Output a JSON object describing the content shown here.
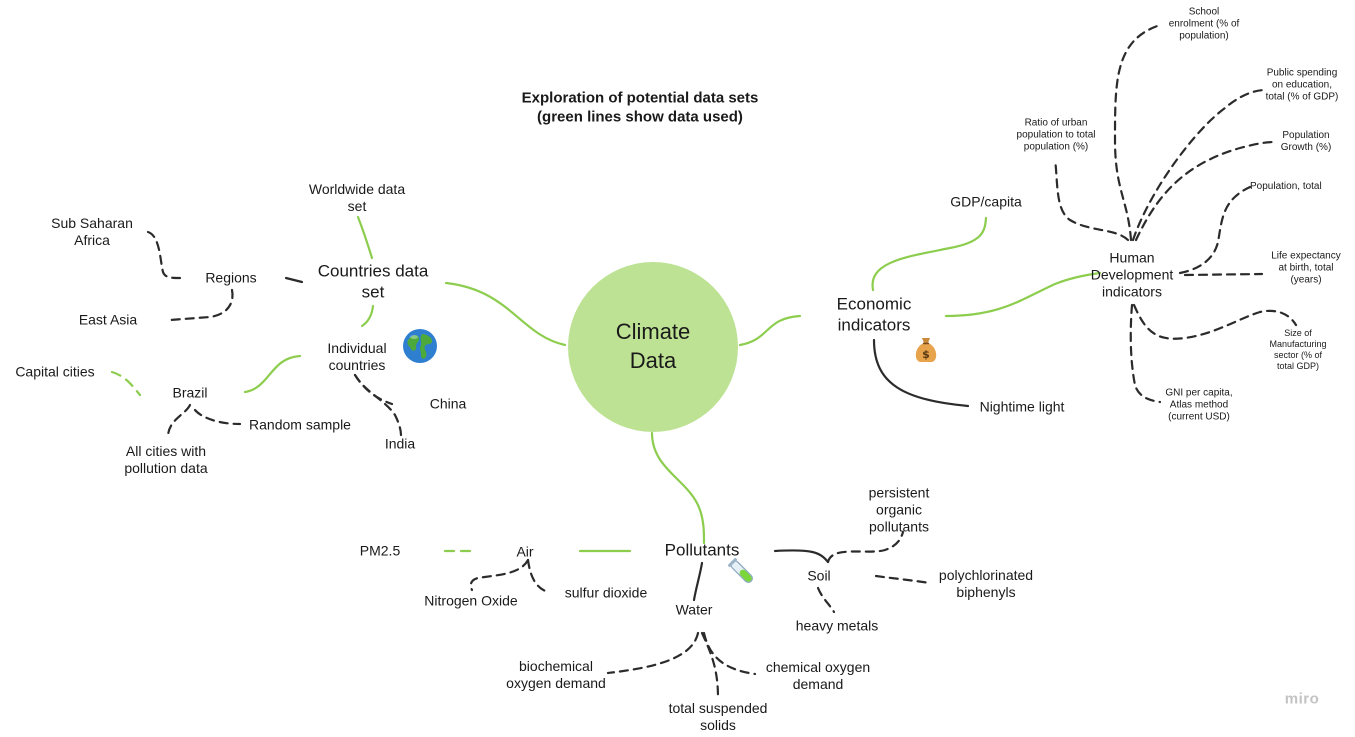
{
  "title": {
    "line1": "Exploration of potential data sets",
    "line2": "(green lines show data used)"
  },
  "center": {
    "line1": "Climate",
    "line2": "Data"
  },
  "nodes": {
    "countries": {
      "line1": "Countries data",
      "line2": "set"
    },
    "worldwide": {
      "line1": "Worldwide data",
      "line2": "set"
    },
    "regions": "Regions",
    "sub_saharan": {
      "line1": "Sub Saharan",
      "line2": "Africa"
    },
    "east_asia": "East Asia",
    "individual": {
      "line1": "Individual",
      "line2": "countries"
    },
    "china": "China",
    "india": "India",
    "brazil": "Brazil",
    "capital_cities": "Capital cities",
    "random_sample": "Random sample",
    "all_cities": {
      "line1": "All cities with",
      "line2": "pollution data"
    },
    "economic": {
      "line1": "Economic",
      "line2": "indicators"
    },
    "gdp": "GDP/capita",
    "nightime": "Nightime light",
    "hdi": {
      "line1": "Human",
      "line2": "Development",
      "line3": "indicators"
    },
    "school": {
      "line1": "School",
      "line2": "enrolment (% of",
      "line3": "population)"
    },
    "public_spending": {
      "line1": "Public spending",
      "line2": "on education,",
      "line3": "total (% of GDP)"
    },
    "ratio_urban": {
      "line1": "Ratio of urban",
      "line2": "population to total",
      "line3": "population (%)"
    },
    "pop_growth": {
      "line1": "Population",
      "line2": "Growth (%)"
    },
    "pop_total": "Population, total",
    "life_exp": {
      "line1": "Life expectancy",
      "line2": "at birth, total",
      "line3": "(years)"
    },
    "manufacturing": {
      "line1": "Size of",
      "line2": "Manufacturing",
      "line3": "sector (% of",
      "line4": "total GDP)"
    },
    "gni": {
      "line1": "GNI per capita,",
      "line2": "Atlas method",
      "line3": "(current USD)"
    },
    "pollutants": "Pollutants",
    "air": "Air",
    "pm25": "PM2.5",
    "nitrogen": "Nitrogen Oxide",
    "sulfur": "sulfur dioxide",
    "water": "Water",
    "bod": {
      "line1": "biochemical",
      "line2": "oxygen demand"
    },
    "tss": {
      "line1": "total suspended",
      "line2": "solids"
    },
    "cod": {
      "line1": "chemical oxygen",
      "line2": "demand"
    },
    "soil": "Soil",
    "pop_organic": {
      "line1": "persistent",
      "line2": "organic",
      "line3": "pollutants"
    },
    "pcb": {
      "line1": "polychlorinated",
      "line2": "biphenyls"
    },
    "heavy_metals": "heavy metals"
  },
  "icons": {
    "globe": "globe-icon",
    "money": "money-bag-icon",
    "test_tube": "test-tube-icon"
  },
  "colors": {
    "used_line": "#8ccd4e",
    "unused_line": "#2b2b2b",
    "center_fill": "#bde293"
  },
  "watermark": "miro"
}
